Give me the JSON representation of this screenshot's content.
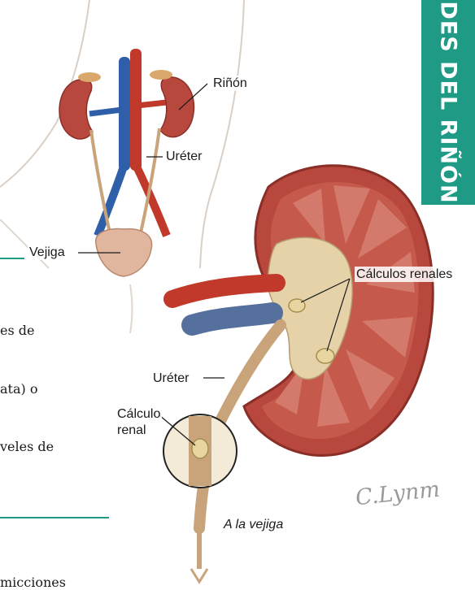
{
  "banner": {
    "text": "DES DEL RIÑÓN",
    "color": "#1f9a85"
  },
  "labels": {
    "rinon": "Riñón",
    "ureter_top": "Uréter",
    "vejiga": "Vejiga",
    "calculos_renales": "Cálculos renales",
    "ureter_bottom": "Uréter",
    "calculo_line1": "Cálculo",
    "calculo_line2": "renal",
    "a_la_vejiga": "A la vejiga"
  },
  "signature": "C.Lynm",
  "side_text": [
    "es de",
    "ata) o",
    "veles de",
    "micciones"
  ],
  "colors": {
    "kidney": "#b8483e",
    "artery": "#c0392b",
    "vein": "#2f5fa8",
    "ureter": "#c9a37a",
    "stone": "#e8d6a0",
    "rule": "#1f9a85"
  }
}
